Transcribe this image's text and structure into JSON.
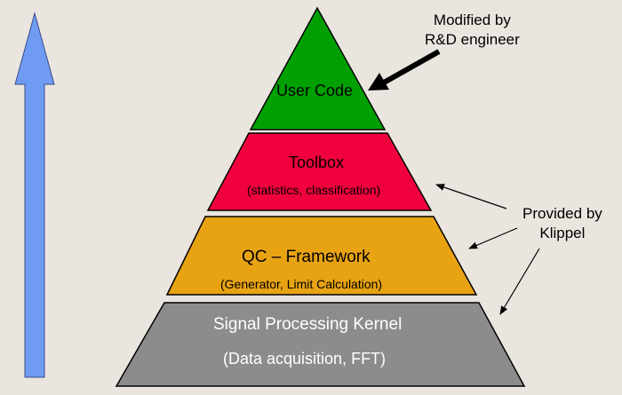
{
  "layers": [
    {
      "id": "user-code",
      "title": "User Code",
      "subtitle": "",
      "color": "#00a000"
    },
    {
      "id": "toolbox",
      "title": "Toolbox",
      "subtitle": "(statistics, classification)",
      "color": "#f0003c"
    },
    {
      "id": "qc-framework",
      "title": "QC – Framework",
      "subtitle": "(Generator, Limit Calculation)",
      "color": "#e8a313"
    },
    {
      "id": "signal-kernel",
      "title": "Signal Processing Kernel",
      "subtitle": "(Data acquisition, FFT)",
      "color": "#8c8c8c"
    }
  ],
  "annotations": {
    "modified_by": "Modified by\nR&D engineer",
    "provided_by": "Provided by\nKlippel"
  },
  "colors": {
    "background": "#eae6df",
    "up_arrow": "#6f9cf2",
    "kernel_text": "#ffffff"
  }
}
